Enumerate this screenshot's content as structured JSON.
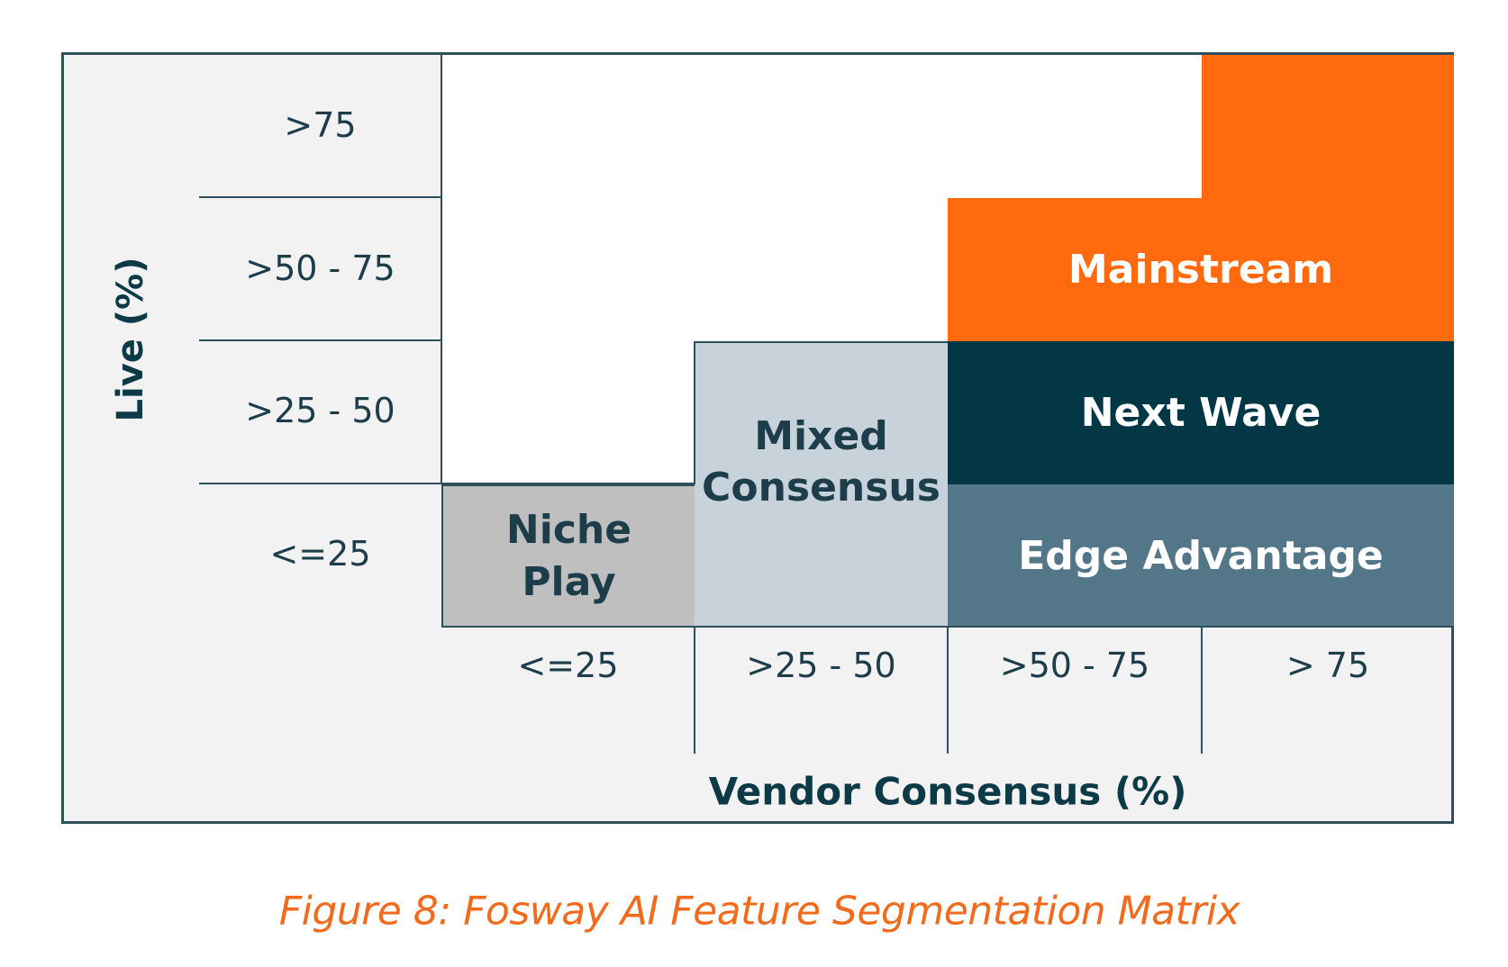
{
  "chart": {
    "y_axis_title": "Live (%)",
    "x_axis_title": "Vendor Consensus (%)",
    "y_ticks": [
      ">75",
      ">50 - 75",
      ">25 - 50",
      "<=25"
    ],
    "x_ticks": [
      "<=25",
      ">25 - 50",
      ">50 - 75",
      "> 75"
    ],
    "segments": [
      {
        "label": "Mainstream",
        "color": "#ff6a0f",
        "text_color": "#ffffff"
      },
      {
        "label": "Next Wave",
        "color": "#033746",
        "text_color": "#ffffff"
      },
      {
        "label": "Edge Advantage",
        "color": "#547689",
        "text_color": "#ffffff"
      },
      {
        "label": "Mixed\nConsensus",
        "color": "#c7d2db",
        "text_color": "#1d3d4a"
      },
      {
        "label": "Niche\nPlay",
        "color": "#bfbfbf",
        "text_color": "#1d3d4a"
      }
    ]
  },
  "caption": "Figure 8: Fosway AI Feature Segmentation Matrix"
}
